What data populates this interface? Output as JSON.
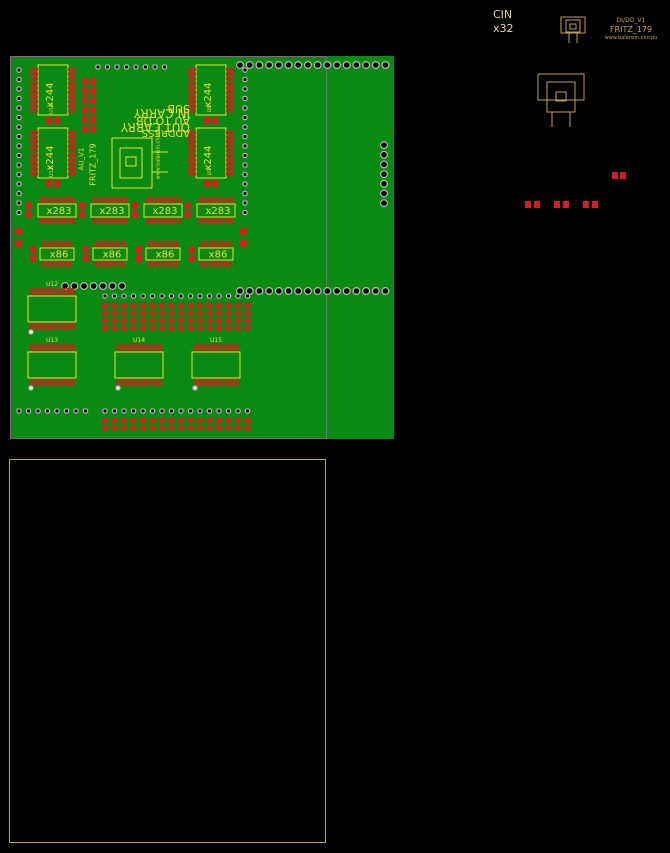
{
  "top_labels": {
    "cin": "CIN",
    "cin_count": "x32"
  },
  "logo_small": {
    "line1": "DI/DO_V1",
    "line2": "FRITZ_179",
    "line3": "www.balanzin.ch/cpu"
  },
  "board": {
    "chips_x244": [
      {
        "ref": "U10",
        "part": "x244"
      },
      {
        "ref": "U8",
        "part": "x244"
      },
      {
        "ref": "U11",
        "part": "x244"
      },
      {
        "ref": "U9",
        "part": "x244"
      }
    ],
    "chips_x283": [
      "x283",
      "x283",
      "x283",
      "x283"
    ],
    "chips_x86": [
      "x86",
      "x86",
      "x86",
      "x86"
    ],
    "chips_lower": [
      "U12",
      "U13",
      "U14",
      "U15"
    ],
    "silk_text": {
      "out_carry": "OUT CARRY",
      "in_carry": "IN CARRY",
      "address": "ADDRESS",
      "au_to_db": "AU TO DB",
      "sub": "SUB",
      "au_v1": "AU_V1",
      "fritz": "FRITZ_179",
      "url": "www.balanzin.ch/cpu"
    }
  },
  "colors": {
    "board_green": "#0a8a12",
    "silkscreen": "#e9e22a",
    "pad_red": "#d21e1e",
    "outline_purple": "#a24fa2",
    "outline_gold": "#c8a040"
  }
}
